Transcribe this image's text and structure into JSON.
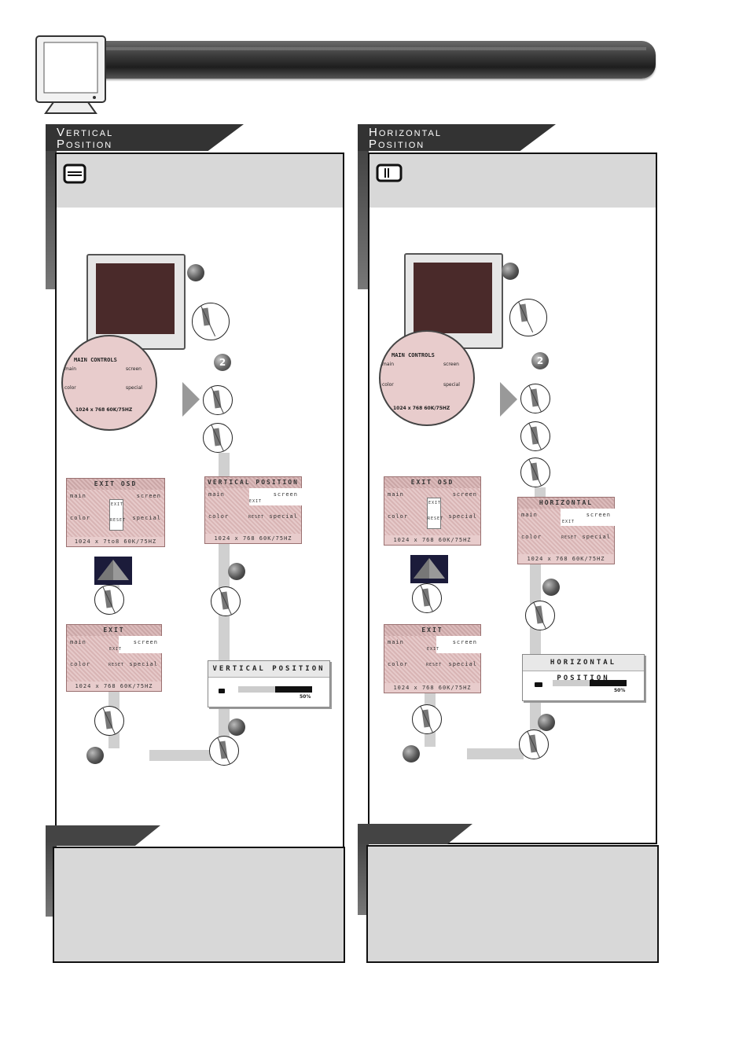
{
  "left": {
    "title_line1": "Vertical",
    "title_line2": "Position",
    "menu_main_controls": "MAIN CONTROLS",
    "menu_exit_osd": "EXIT OSD",
    "menu_exit": "EXIT",
    "menu_position": "VERTICAL POSITION",
    "slider_title": "VERTICAL POSITION",
    "slider_value": "50%",
    "slider_fraction": 0.5,
    "resolution": "1024 x 768   60K/75HZ",
    "resolution_alt": "1024 x 7to8   60K/75HZ",
    "step2": "2"
  },
  "right": {
    "title_line1": "Horizontal",
    "title_line2": "Position",
    "menu_main_controls": "MAIN CONTROLS",
    "menu_exit_osd": "EXIT OSD",
    "menu_exit": "EXIT",
    "menu_position": "HORIZONTAL POSITION",
    "slider_title": "HORIZONTAL POSITION",
    "slider_value": "50%",
    "slider_fraction": 0.5,
    "resolution": "1024 x 768   60K/75HZ",
    "step2": "2"
  },
  "osd_labels": {
    "main": "main",
    "screen": "screen",
    "color": "color",
    "special": "special",
    "exit": "EXIT",
    "reset": "RESET"
  }
}
